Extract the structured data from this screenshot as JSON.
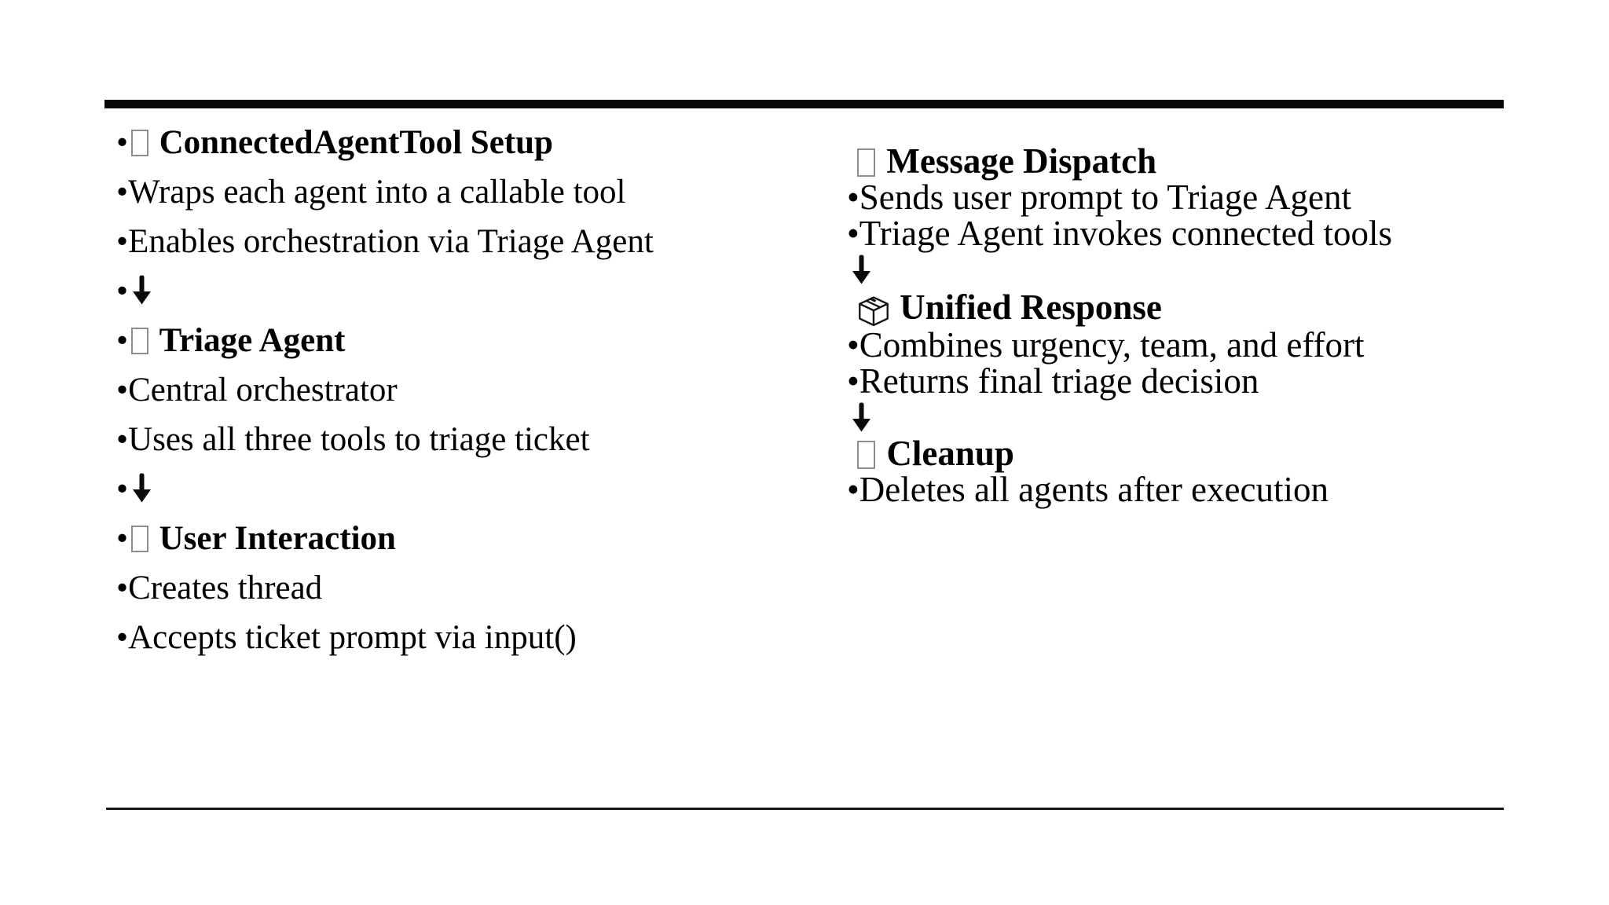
{
  "meta": {
    "bullet_char": "•"
  },
  "colors": {
    "text": "#000000",
    "rule": "#060606",
    "missing_glyph_border": "#8d8d8d"
  },
  "left_column": {
    "items": [
      {
        "type": "heading",
        "bullet": true,
        "icon": "missing-glyph",
        "text": "ConnectedAgentTool Setup"
      },
      {
        "type": "body",
        "bullet": true,
        "text": "Wraps each agent into a callable tool"
      },
      {
        "type": "body",
        "bullet": true,
        "text": "Enables orchestration via Triage Agent"
      },
      {
        "type": "arrow",
        "bullet": true,
        "icon": "down-arrow"
      },
      {
        "type": "heading",
        "bullet": true,
        "icon": "missing-glyph",
        "text": "Triage Agent"
      },
      {
        "type": "body",
        "bullet": true,
        "text": "Central orchestrator"
      },
      {
        "type": "body",
        "bullet": true,
        "text": "Uses all three tools to triage ticket"
      },
      {
        "type": "arrow",
        "bullet": true,
        "icon": "down-arrow"
      },
      {
        "type": "heading",
        "bullet": true,
        "icon": "missing-glyph",
        "text": "User Interaction"
      },
      {
        "type": "body",
        "bullet": true,
        "text": "Creates thread"
      },
      {
        "type": "body",
        "bullet": true,
        "text": "Accepts ticket prompt via input()"
      }
    ]
  },
  "right_column": {
    "items": [
      {
        "type": "heading",
        "bullet": false,
        "icon": "missing-glyph",
        "text": "Message Dispatch"
      },
      {
        "type": "body",
        "bullet": true,
        "text": "Sends user prompt to Triage Agent"
      },
      {
        "type": "body",
        "bullet": true,
        "text": "Triage Agent invokes connected tools"
      },
      {
        "type": "arrow",
        "bullet": false,
        "icon": "down-arrow"
      },
      {
        "type": "heading",
        "bullet": false,
        "icon": "package",
        "text": "Unified Response"
      },
      {
        "type": "body",
        "bullet": true,
        "text": "Combines urgency, team, and effort"
      },
      {
        "type": "body",
        "bullet": true,
        "text": "Returns final triage decision"
      },
      {
        "type": "arrow",
        "bullet": false,
        "icon": "down-arrow"
      },
      {
        "type": "heading",
        "bullet": false,
        "icon": "missing-glyph",
        "text": "Cleanup"
      },
      {
        "type": "body",
        "bullet": true,
        "text": "Deletes all agents after execution"
      }
    ]
  }
}
